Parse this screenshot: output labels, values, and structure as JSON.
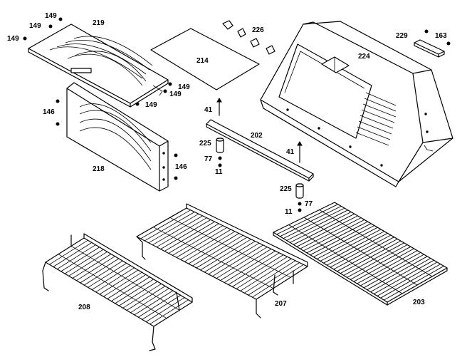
{
  "colors": {
    "line": "#000000",
    "background": "#ffffff"
  },
  "labels": {
    "l149a": "149",
    "l149b": "149",
    "l149c": "149",
    "l149d": "149",
    "l149e": "149",
    "l149f": "149",
    "l219": "219",
    "l214": "214",
    "l226": "226",
    "l224": "224",
    "l229": "229",
    "l163": "163",
    "l146a": "146",
    "l146b": "146",
    "l218": "218",
    "l41a": "41",
    "l41b": "41",
    "l202": "202",
    "l225a": "225",
    "l225b": "225",
    "l77a": "77",
    "l77b": "77",
    "l11a": "11",
    "l11b": "11",
    "l208": "208",
    "l207": "207",
    "l203": "203"
  }
}
